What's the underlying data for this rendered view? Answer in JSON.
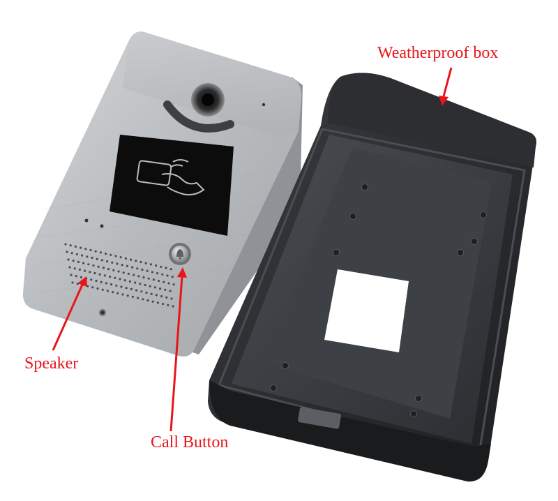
{
  "labels": {
    "weatherproof_box": "Weatherproof box",
    "speaker": "Speaker",
    "call_button": "Call Button"
  },
  "colors": {
    "label": "#e8151b",
    "arrow": "#e8151b",
    "panel": "#b9bcbf",
    "box": "#26282b"
  },
  "icons": {
    "card_reader": "card-reader-icon",
    "call_button": "bell-icon"
  }
}
